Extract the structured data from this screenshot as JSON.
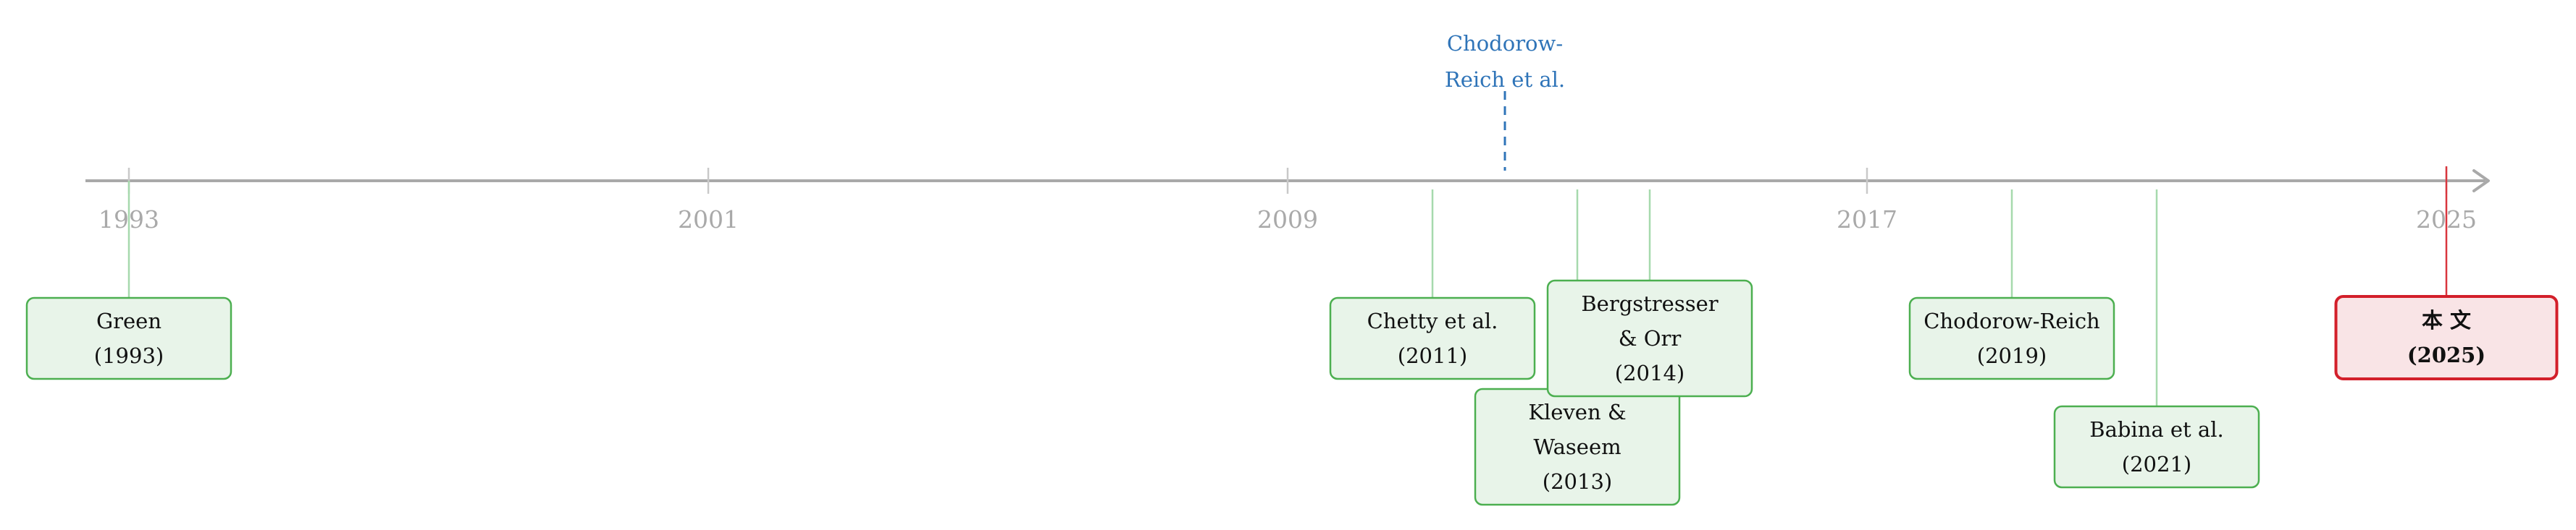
{
  "axis": {
    "ticks": [
      "1993",
      "2001",
      "2009",
      "2017",
      "2025"
    ]
  },
  "events": [
    {
      "id": "green",
      "year": 1993,
      "lines": [
        "Green",
        "(1993)"
      ],
      "highlight": false
    },
    {
      "id": "chetty",
      "year": 2011,
      "lines": [
        "Chetty et al.",
        "(2011)"
      ],
      "highlight": false
    },
    {
      "id": "kleven",
      "year": 2013,
      "lines": [
        "Kleven &",
        "Waseem",
        "(2013)"
      ],
      "highlight": false
    },
    {
      "id": "bergstresser",
      "year": 2014,
      "lines": [
        "Bergstresser",
        "& Orr",
        "(2014)"
      ],
      "highlight": false
    },
    {
      "id": "chodorow-reich-2019",
      "year": 2019,
      "lines": [
        "Chodorow-Reich",
        "(2019)"
      ],
      "highlight": false
    },
    {
      "id": "babina",
      "year": 2021,
      "lines": [
        "Babina et al.",
        "(2021)"
      ],
      "highlight": false
    },
    {
      "id": "this-paper",
      "year": 2025,
      "lines": [
        "本 文",
        "(2025)"
      ],
      "highlight": true
    }
  ],
  "callout": {
    "year": 2012,
    "lines": [
      "Chodorow-",
      "Reich et al."
    ]
  },
  "colors": {
    "axis": "#a9a9a9",
    "box_fill": "#e8f4e9",
    "box_stroke": "#4caf50",
    "highlight_fill": "#f9e4e6",
    "highlight_stroke": "#d31f2a",
    "callout": "#2f74b8"
  }
}
